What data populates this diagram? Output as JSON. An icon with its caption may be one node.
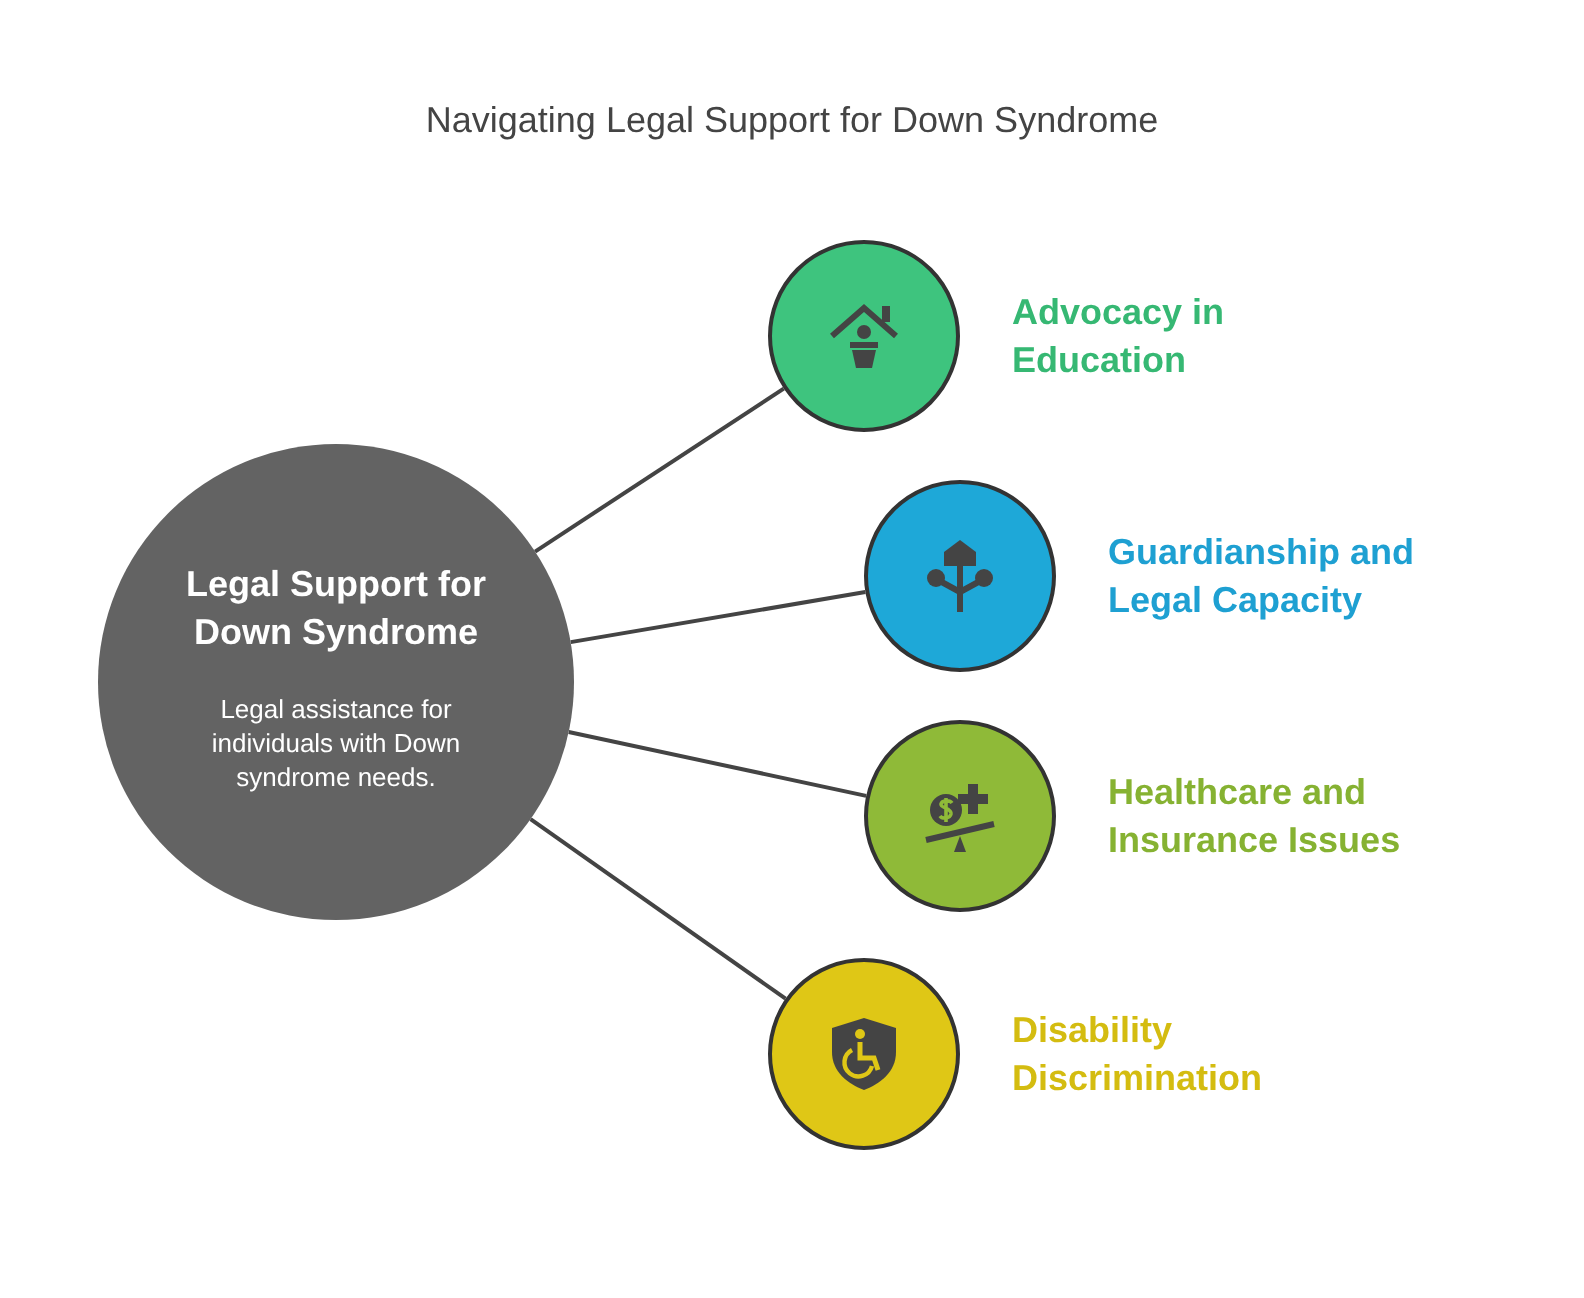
{
  "diagram": {
    "title": "Navigating Legal Support for Down Syndrome",
    "nodes": [
      {
        "text": [
          "Legal Support for Down Syndrome",
          "Legal assistance for individuals with Down syndrome needs."
        ]
      },
      {
        "text": [
          "Advocacy in Education"
        ]
      },
      {
        "text": [
          "Guardianship and Legal Capacity"
        ]
      },
      {
        "text": [
          "Healthcare and Insurance Issues"
        ]
      },
      {
        "text": [
          "Disability Discrimination"
        ]
      }
    ],
    "edges": [
      {
        "from": 0,
        "to": 1,
        "arrow": "none"
      },
      {
        "from": 0,
        "to": 2,
        "arrow": "none"
      },
      {
        "from": 0,
        "to": 3,
        "arrow": "none"
      },
      {
        "from": 0,
        "to": 4,
        "arrow": "none"
      }
    ]
  }
}
